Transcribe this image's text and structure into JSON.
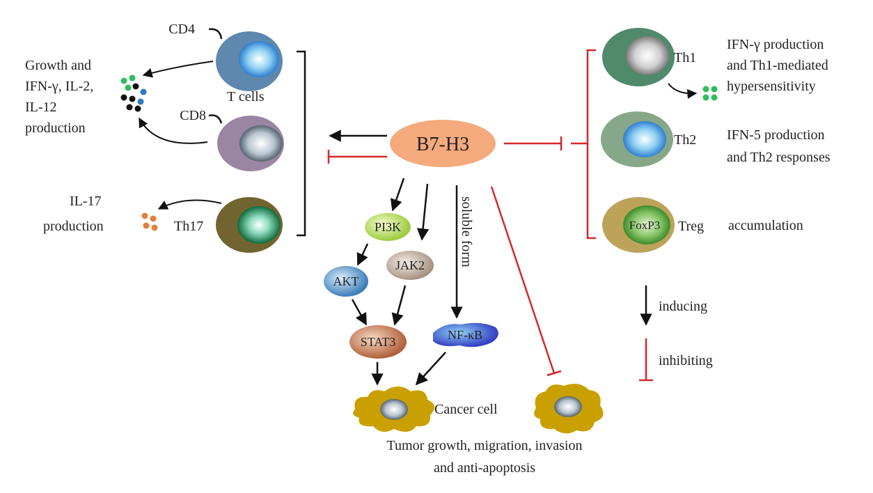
{
  "center": {
    "label": "B7-H3"
  },
  "tcells": {
    "cd4": "CD4",
    "cd8": "CD8",
    "group_label": "T  cells",
    "th17": "Th17",
    "growth_lines": [
      "Growth and",
      "IFN-γ, IL-2,",
      "IL-12",
      "production"
    ],
    "il17_lines": [
      "IL-17",
      "production"
    ]
  },
  "helper": {
    "th1": "Th1",
    "th2": "Th2",
    "treg": "Treg",
    "foxp3": "FoxP3",
    "th1_desc": [
      "IFN-γ production",
      "and Th1-mediated",
      "hypersensitivity"
    ],
    "th2_desc": [
      "IFN-5 production",
      "and Th2 responses"
    ],
    "treg_desc": "accumulation"
  },
  "pathway": {
    "pi3k": "PI3K",
    "jak2": "JAK2",
    "akt": "AKT",
    "stat3": "STAT3",
    "nfkb": "NF-κB",
    "soluble": "soluble form"
  },
  "cancer": {
    "label": "Cancer cell",
    "outcome": [
      "Tumor growth, migration, invasion",
      "and anti-apoptosis"
    ]
  },
  "legend": {
    "inducing": "inducing",
    "inhibiting": "inhibiting"
  },
  "colors": {
    "induce": "#111111",
    "inhibit": "#d62728",
    "center_fill": "#f4aa7c",
    "cancer_fill": "#c9a000"
  }
}
